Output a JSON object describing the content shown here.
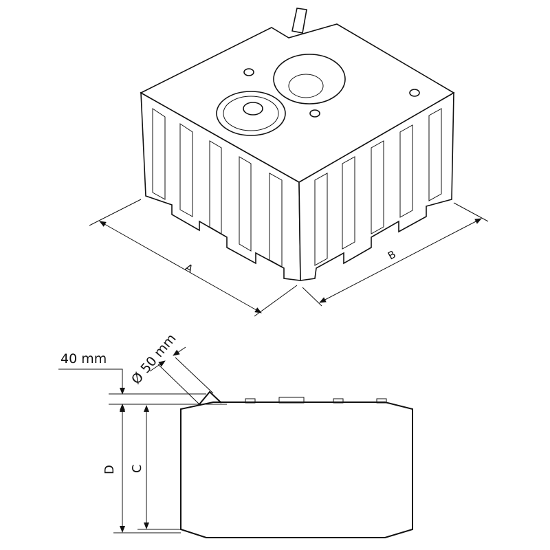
{
  "diagram": {
    "labels": {
      "dim_a": "A",
      "dim_b": "B",
      "dim_c": "C",
      "dim_d": "D",
      "pipe_offset": "40 mm",
      "pipe_diameter": "Ø 50 mm"
    }
  }
}
